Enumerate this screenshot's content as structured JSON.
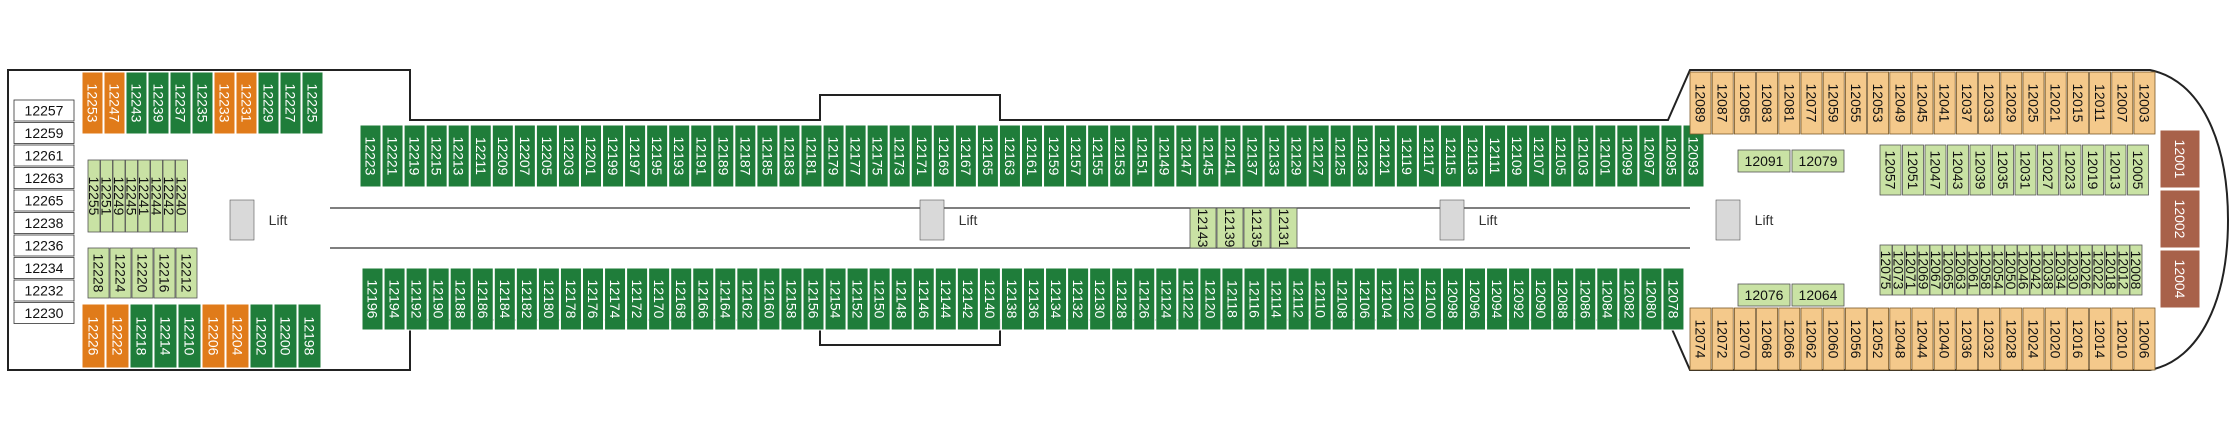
{
  "deck_plan": {
    "lift_label": "Lift",
    "bow_suites": [
      "12001",
      "12002",
      "12004"
    ],
    "stern_column": [
      "12257",
      "12259",
      "12261",
      "12263",
      "12265",
      "12238",
      "12236",
      "12234",
      "12232",
      "12230"
    ],
    "stern_top_vertical": [
      "12253",
      "12247",
      "12243",
      "12239",
      "12237",
      "12235",
      "12233",
      "12231",
      "12229",
      "12227",
      "12225"
    ],
    "stern_top_colors": [
      "orange",
      "orange",
      "green",
      "green",
      "green",
      "green",
      "orange",
      "orange",
      "green",
      "green",
      "green"
    ],
    "stern_bottom_vertical": [
      "12226",
      "12222",
      "12218",
      "12214",
      "12210",
      "12206",
      "12204",
      "12202",
      "12200",
      "12198"
    ],
    "stern_bottom_colors": [
      "orange",
      "orange",
      "green",
      "green",
      "green",
      "orange",
      "orange",
      "green",
      "green",
      "green"
    ],
    "stern_inner_a": [
      "12255",
      "12251",
      "12249",
      "12245",
      "12241",
      "12244",
      "12242",
      "12240"
    ],
    "stern_inner_b": [
      "12228",
      "12224",
      "12220",
      "12216",
      "12212"
    ],
    "top_row": [
      "12223",
      "12221",
      "12219",
      "12215",
      "12213",
      "12211",
      "12209",
      "12207",
      "12205",
      "12203",
      "12201",
      "12199",
      "12197",
      "12195",
      "12193",
      "12191",
      "12189",
      "12187",
      "12185",
      "12183",
      "12181",
      "12179",
      "12177",
      "12175",
      "12173",
      "12171",
      "12169",
      "12167",
      "12165",
      "12163",
      "12161",
      "12159",
      "12157",
      "12155",
      "12153",
      "12151",
      "12149",
      "12147",
      "12145",
      "12141",
      "12137",
      "12133",
      "12129",
      "12127",
      "12125",
      "12123",
      "12121",
      "12119",
      "12117",
      "12115",
      "12113",
      "12111",
      "12109",
      "12107",
      "12105",
      "12103",
      "12101",
      "12099",
      "12097",
      "12095",
      "12093"
    ],
    "bottom_row": [
      "12196",
      "12194",
      "12192",
      "12190",
      "12188",
      "12186",
      "12184",
      "12182",
      "12180",
      "12178",
      "12176",
      "12174",
      "12172",
      "12170",
      "12168",
      "12166",
      "12164",
      "12162",
      "12160",
      "12158",
      "12156",
      "12154",
      "12152",
      "12150",
      "12148",
      "12146",
      "12144",
      "12142",
      "12140",
      "12138",
      "12136",
      "12134",
      "12132",
      "12130",
      "12128",
      "12126",
      "12124",
      "12122",
      "12120",
      "12118",
      "12116",
      "12114",
      "12112",
      "12110",
      "12108",
      "12106",
      "12104",
      "12102",
      "12100",
      "12098",
      "12096",
      "12094",
      "12092",
      "12090",
      "12088",
      "12086",
      "12084",
      "12082",
      "12080",
      "12078"
    ],
    "mid_inside": [
      "12143",
      "12139",
      "12135",
      "12131"
    ],
    "fwd_top_peach": [
      "12089",
      "12087",
      "12085",
      "12083",
      "12081",
      "12077",
      "12059",
      "12055",
      "12053",
      "12049",
      "12045",
      "12041",
      "12037",
      "12033",
      "12029",
      "12025",
      "12021",
      "12015",
      "12011",
      "12007",
      "12003"
    ],
    "fwd_bottom_peach": [
      "12074",
      "12072",
      "12070",
      "12068",
      "12066",
      "12062",
      "12060",
      "12056",
      "12052",
      "12048",
      "12044",
      "12040",
      "12036",
      "12032",
      "12028",
      "12024",
      "12020",
      "12016",
      "12014",
      "12010",
      "12006"
    ],
    "fwd_inside_top": [
      "12057",
      "12051",
      "12047",
      "12043",
      "12039",
      "12035",
      "12031",
      "12027",
      "12023",
      "12019",
      "12013",
      "12005"
    ],
    "fwd_inside_bottom": [
      "12075",
      "12073",
      "12071",
      "12069",
      "12067",
      "12065",
      "12063",
      "12061",
      "12058",
      "12054",
      "12050",
      "12046",
      "12042",
      "12038",
      "12034",
      "12030",
      "12026",
      "12022",
      "12018",
      "12012",
      "12008"
    ],
    "fwd_small": [
      "12091",
      "12079",
      "12076",
      "12064"
    ]
  }
}
